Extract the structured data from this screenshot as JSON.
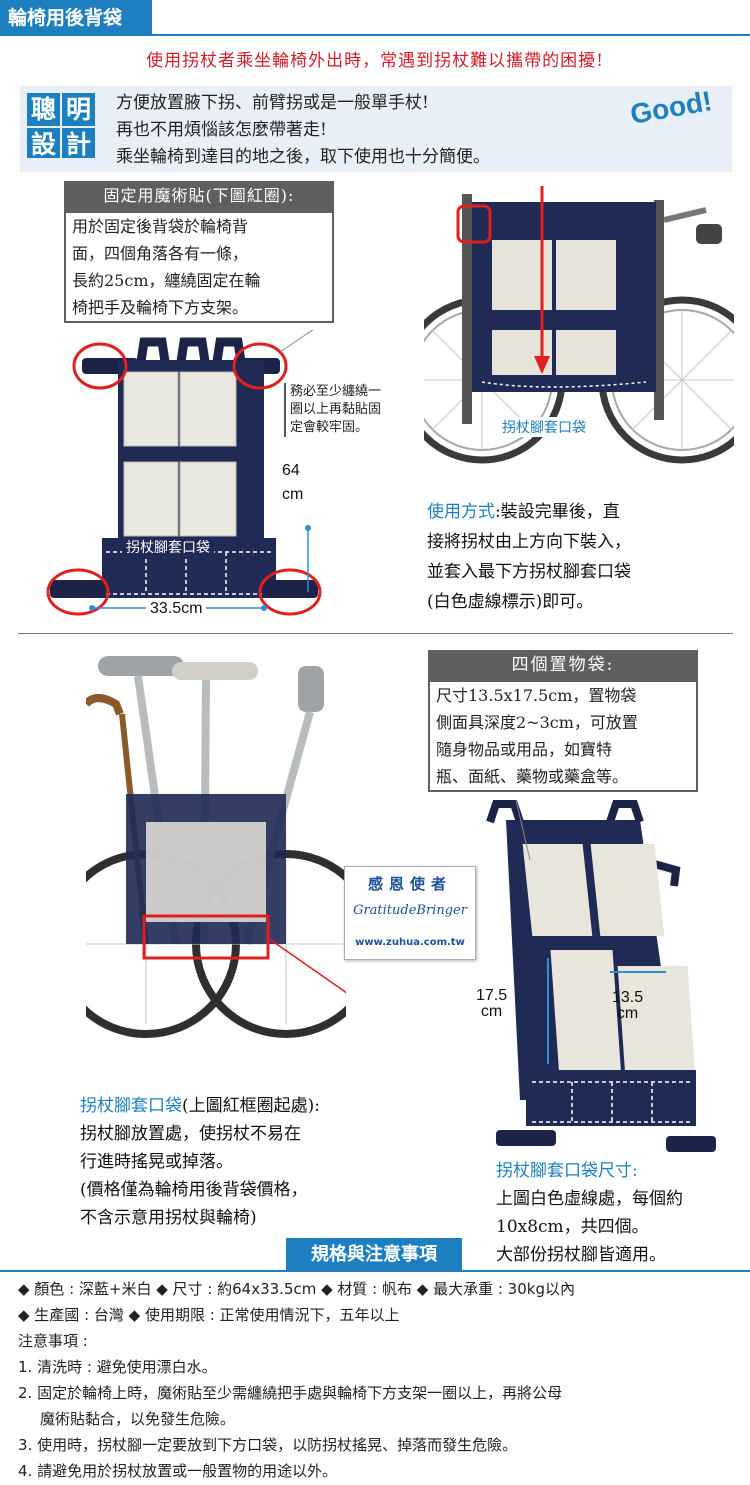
{
  "header": {
    "title": "輪椅用後背袋"
  },
  "warning": "使用拐杖者乘坐輪椅外出時，常遇到拐杖難以攜帶的困擾!",
  "smart": {
    "badge": [
      "聰",
      "明",
      "設",
      "計"
    ],
    "lines": [
      "方便放置腋下拐、前臂拐或是一般單手杖!",
      "再也不用煩惱該怎麼帶著走!",
      "乘坐輪椅到達目的地之後，取下使用也十分簡便。"
    ],
    "good": "Good!"
  },
  "velcro": {
    "heading": "固定用魔術貼(下圖紅圈):",
    "lines": [
      "用於固定後背袋於輪椅背",
      "面，四個角落各有一條，",
      "長約25cm，纏繞固定在輪",
      "椅把手及輪椅下方支架。"
    ]
  },
  "wrap_note": [
    "務必至少纏繞一",
    "圈以上再黏貼固",
    "定會較牢固。"
  ],
  "diagram1": {
    "height_value": "64",
    "height_unit": "cm",
    "width_label": "33.5cm",
    "pocket_label": "拐杖腳套口袋"
  },
  "photo1": {
    "pocket_label": "拐杖腳套口袋"
  },
  "usage": {
    "label": "使用方式",
    "line1": ":裝設完畢後，直",
    "lines": [
      "接將拐杖由上方向下裝入，",
      "並套入最下方拐杖腳套口袋",
      "(白色虛線標示)即可。"
    ]
  },
  "pockets": {
    "heading": "四個置物袋:",
    "lines": [
      "尺寸13.5x17.5cm，置物袋",
      "側面具深度2~3cm，可放置",
      "隨身物品或用品，如寶特",
      "瓶、面紙、藥物或藥盒等。"
    ]
  },
  "logo": {
    "cn": "感恩使者",
    "en": "GratitudeBringer",
    "url": "www.zuhua.com.tw"
  },
  "diagram2": {
    "h_value": "17.5",
    "h_unit": "cm",
    "w_value": "13.5",
    "w_unit": "cm"
  },
  "tipbag": {
    "label": "拐杖腳套口袋",
    "line1": "(上圖紅框圈起處):",
    "lines": [
      "拐杖腳放置處，使拐杖不易在",
      "行進時搖晃或掉落。",
      "(價格僅為輪椅用後背袋價格，",
      "不含示意用拐杖與輪椅)"
    ]
  },
  "tipsize": {
    "label": "拐杖腳套口袋尺寸:",
    "lines": [
      "上圖白色虛線處，每個約",
      "10x8cm，共四個。",
      "大部份拐杖腳皆適用。"
    ]
  },
  "spec": {
    "tab": "規格與注意事項",
    "row1": "◆ 顏色 : 深藍+米白 ◆ 尺寸 : 約64x33.5cm ◆ 材質 : 帆布 ◆ 最大承重 : 30kg以內",
    "row2": "◆ 生產國 : 台灣 ◆ 使用期限 : 正常使用情況下，五年以上",
    "notes_title": "注意事項 :",
    "notes": [
      "1. 清洗時 : 避免使用漂白水。",
      "2. 固定於輪椅上時，魔術貼至少需纏繞把手處與輪椅下方支架一圈以上，再將公母",
      "魔術貼黏合，以免發生危險。",
      "3. 使用時，拐杖腳一定要放到下方口袋，以防拐杖搖晃、掉落而發生危險。",
      "4. 請避免用於拐杖放置或一般置物的用途以外。"
    ]
  }
}
